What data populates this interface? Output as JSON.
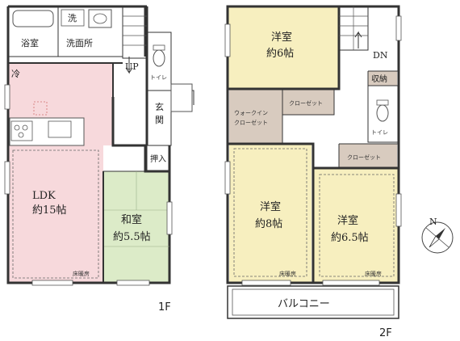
{
  "floors": {
    "first": {
      "label": "1F",
      "rooms": {
        "bath": "浴室",
        "wash_small": "洗",
        "washroom": "洗面所",
        "fridge": "冷",
        "ldk_name": "LDK",
        "ldk_size": "約15帖",
        "up": "UP",
        "toilet": "トイレ",
        "entrance_1": "玄",
        "entrance_2": "関",
        "closet": "押入",
        "washitsu_name": "和室",
        "washitsu_size": "約5.5帖",
        "floor_heating": "床暖房"
      }
    },
    "second": {
      "label": "2F",
      "rooms": {
        "room1_name": "洋室",
        "room1_size": "約6帖",
        "dn": "DN",
        "storage": "収納",
        "walkin_1": "ウォークイン",
        "walkin_2": "クローゼット",
        "closet_a": "クローゼット",
        "closet_b": "クローゼット",
        "toilet": "トイレ",
        "room2_name": "洋室",
        "room2_size": "約8帖",
        "room3_name": "洋室",
        "room3_size": "約6.5帖",
        "floor_heating_a": "床暖房",
        "floor_heating_b": "床暖房",
        "balcony": "バルコニー"
      }
    }
  },
  "colors": {
    "ldk": "#f7d9dc",
    "washitsu": "#dcebc8",
    "western": "#f7efbf",
    "closet": "#d8cbbf"
  },
  "compass": {
    "label": "N"
  }
}
